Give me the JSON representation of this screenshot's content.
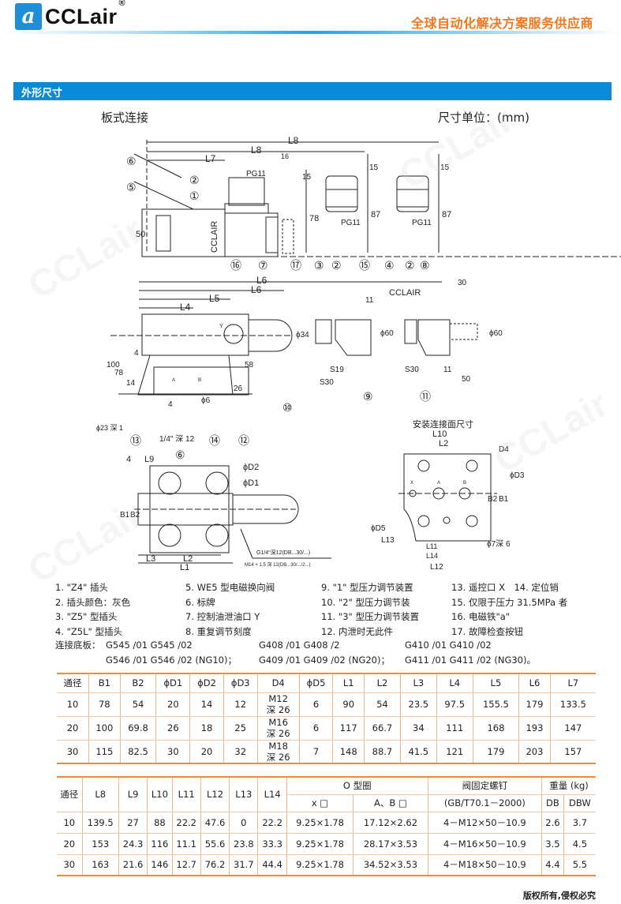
{
  "header": {
    "logo_text": "CCLair",
    "logo_reg": "®",
    "slogan": "全球自动化解决方案服务供应商"
  },
  "section": {
    "title": "外形尺寸",
    "subtitle": "板式连接",
    "unit": "尺寸单位：(mm)"
  },
  "drawing": {
    "top_view": [
      "L8",
      "L8",
      "L7",
      "16",
      "PG11",
      "15",
      "78",
      "50",
      "CCLAIR",
      "15",
      "87",
      "PG11",
      "15",
      "87",
      "PG11"
    ],
    "callouts_top": [
      "⑥",
      "⑤",
      "②",
      "①",
      "⑯",
      "⑦",
      "⑰",
      "③",
      "②",
      "⑮",
      "④",
      "②",
      "⑧"
    ],
    "side_view": [
      "L6",
      "L6",
      "L5",
      "L4",
      "Y",
      "ϕ34",
      "100",
      "78",
      "4",
      "58",
      "26",
      "14",
      "A",
      "B",
      "ϕ6",
      "4",
      "CCLAIR",
      "11",
      "ϕ60",
      "S19",
      "S30",
      "30",
      "ϕ60",
      "S30",
      "11",
      "50"
    ],
    "side_notes": [
      "ϕ23 深 1",
      "1/4\" 深 12"
    ],
    "callouts_side": [
      "⑩",
      "⑬",
      "⑭",
      "⑫",
      "⑨",
      "⑪"
    ],
    "plan_view": [
      "4",
      "L9",
      "ϕD2",
      "ϕD1",
      "B1",
      "B2",
      "L3",
      "L2",
      "L1",
      "G1/4\"深12(DB...30/...)",
      "M14 × 1.5 深 12(DB...30/.../2...)"
    ],
    "callout_plan": "⑥",
    "mount_title": "安装连接面尺寸",
    "mount_view": [
      "L10",
      "L2",
      "D4",
      "ϕD3",
      "X",
      "A",
      "B",
      "B2",
      "B1",
      "ϕD5",
      "L13",
      "L11",
      "L14",
      "L12",
      "ϕ7深 6"
    ]
  },
  "legend": [
    [
      "1. \"Z4\" 插头",
      "5. WE5 型电磁换向阀",
      "9. \"1\" 型压力调节装置",
      "13. 遥控口 X　14. 定位销"
    ],
    [
      "2. 插头颜色：灰色",
      "6. 标牌",
      "10. \"2\" 型压力调节装",
      "15. 仅限于压力 31.5MPa 者"
    ],
    [
      "3. \"Z5\" 型插头",
      "7. 控制油泄油口 Y",
      "11. \"3\" 型压力调节装置",
      "16. 电磁铁\"a\""
    ],
    [
      "4. \"Z5L\" 型插头",
      "8. 重复调节刻度",
      "12. 内泄时无此件",
      "17. 故障检查按钮"
    ]
  ],
  "base_plates": {
    "label": "连接底板：",
    "rows": [
      [
        "G545 /01 G545 /02",
        "G408 /01 G408 /2",
        "G410 /01 G410 /02"
      ],
      [
        "G546 /01 G546 /02 (NG10)；",
        "G409 /01 G409 /02 (NG20)；",
        "G411 /01 G411 /02 (NG30)。"
      ]
    ]
  },
  "table1": {
    "headers": [
      "通径",
      "B1",
      "B2",
      "ϕD1",
      "ϕD2",
      "ϕD3",
      "D4",
      "ϕD5",
      "L1",
      "L2",
      "L3",
      "L4",
      "L5",
      "L6",
      "L7"
    ],
    "rows": [
      [
        "10",
        "78",
        "54",
        "20",
        "14",
        "12",
        "M12\n深 26",
        "6",
        "90",
        "54",
        "23.5",
        "97.5",
        "155.5",
        "179",
        "133.5"
      ],
      [
        "20",
        "100",
        "69.8",
        "26",
        "18",
        "25",
        "M16\n深 26",
        "6",
        "117",
        "66.7",
        "34",
        "111",
        "168",
        "193",
        "147"
      ],
      [
        "30",
        "115",
        "82.5",
        "30",
        "20",
        "32",
        "M18\n深 26",
        "7",
        "148",
        "88.7",
        "41.5",
        "121",
        "179",
        "203",
        "157"
      ]
    ]
  },
  "table2": {
    "headers": [
      "通径",
      "L8",
      "L9",
      "L10",
      "L11",
      "L12",
      "L13",
      "L14",
      "O 型圈",
      "阀固定螺钉",
      "重量 (kg)"
    ],
    "subheaders": [
      "x □",
      "A、B □",
      "(GB/T70.1－2000)",
      "DB",
      "DBW"
    ],
    "rows": [
      [
        "10",
        "139.5",
        "27",
        "88",
        "22.2",
        "47.6",
        "0",
        "22.2",
        "9.25×1.78",
        "17.12×2.62",
        "4－M12×50－10.9",
        "2.6",
        "3.7"
      ],
      [
        "20",
        "153",
        "24.3",
        "116",
        "11.1",
        "55.6",
        "23.8",
        "33.3",
        "9.25×1.78",
        "28.17×3.53",
        "4－M16×50－10.9",
        "3.5",
        "4.5"
      ],
      [
        "30",
        "163",
        "21.6",
        "146",
        "12.7",
        "76.2",
        "31.7",
        "44.4",
        "9.25×1.78",
        "34.52×3.53",
        "4－M18×50－10.9",
        "4.4",
        "5.5"
      ]
    ]
  },
  "footer": {
    "copyright": "版权所有,侵权必究"
  }
}
